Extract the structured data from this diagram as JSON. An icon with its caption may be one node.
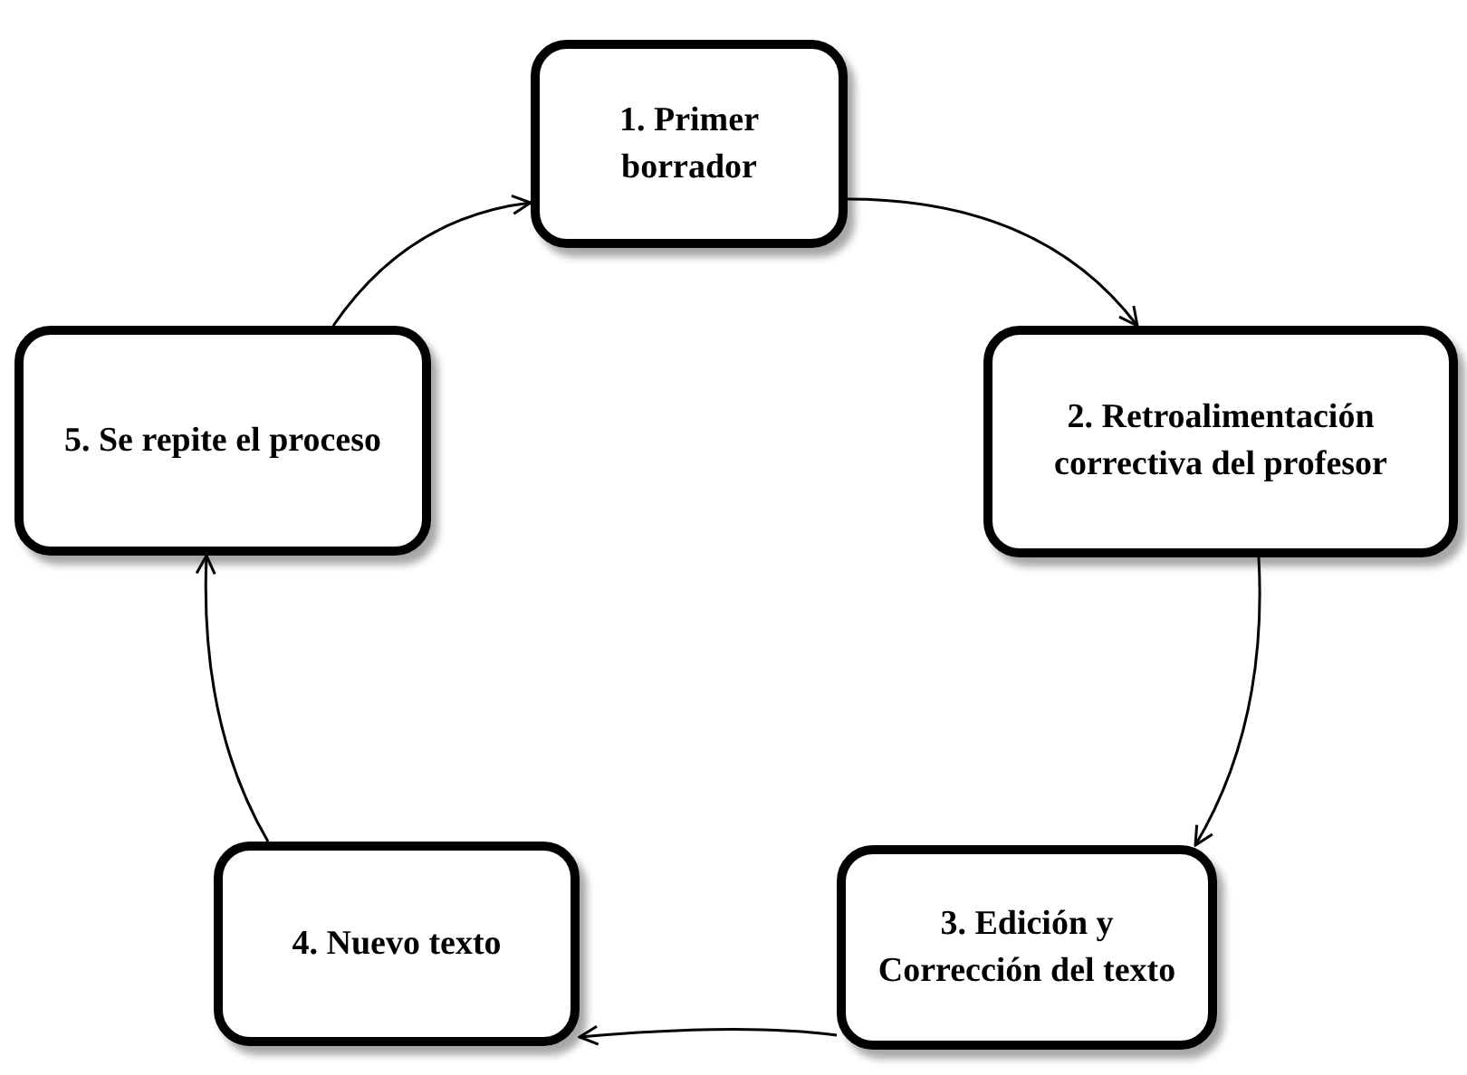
{
  "diagram": {
    "nodes": [
      {
        "text": [
          "1. Primer borrador"
        ]
      },
      {
        "text": [
          "2. Retroalimentación correctiva del profesor"
        ]
      },
      {
        "text": [
          "3. Edición y Corrección del texto"
        ]
      },
      {
        "text": [
          "4. Nuevo texto"
        ]
      },
      {
        "text": [
          "5. Se repite el proceso"
        ]
      }
    ],
    "edges": [
      {
        "from": 0,
        "to": 1,
        "arrow": "to"
      },
      {
        "from": 1,
        "to": 2,
        "arrow": "to"
      },
      {
        "from": 2,
        "to": 3,
        "arrow": "to"
      },
      {
        "from": 3,
        "to": 4,
        "arrow": "to"
      },
      {
        "from": 4,
        "to": 0,
        "arrow": "to"
      }
    ]
  }
}
